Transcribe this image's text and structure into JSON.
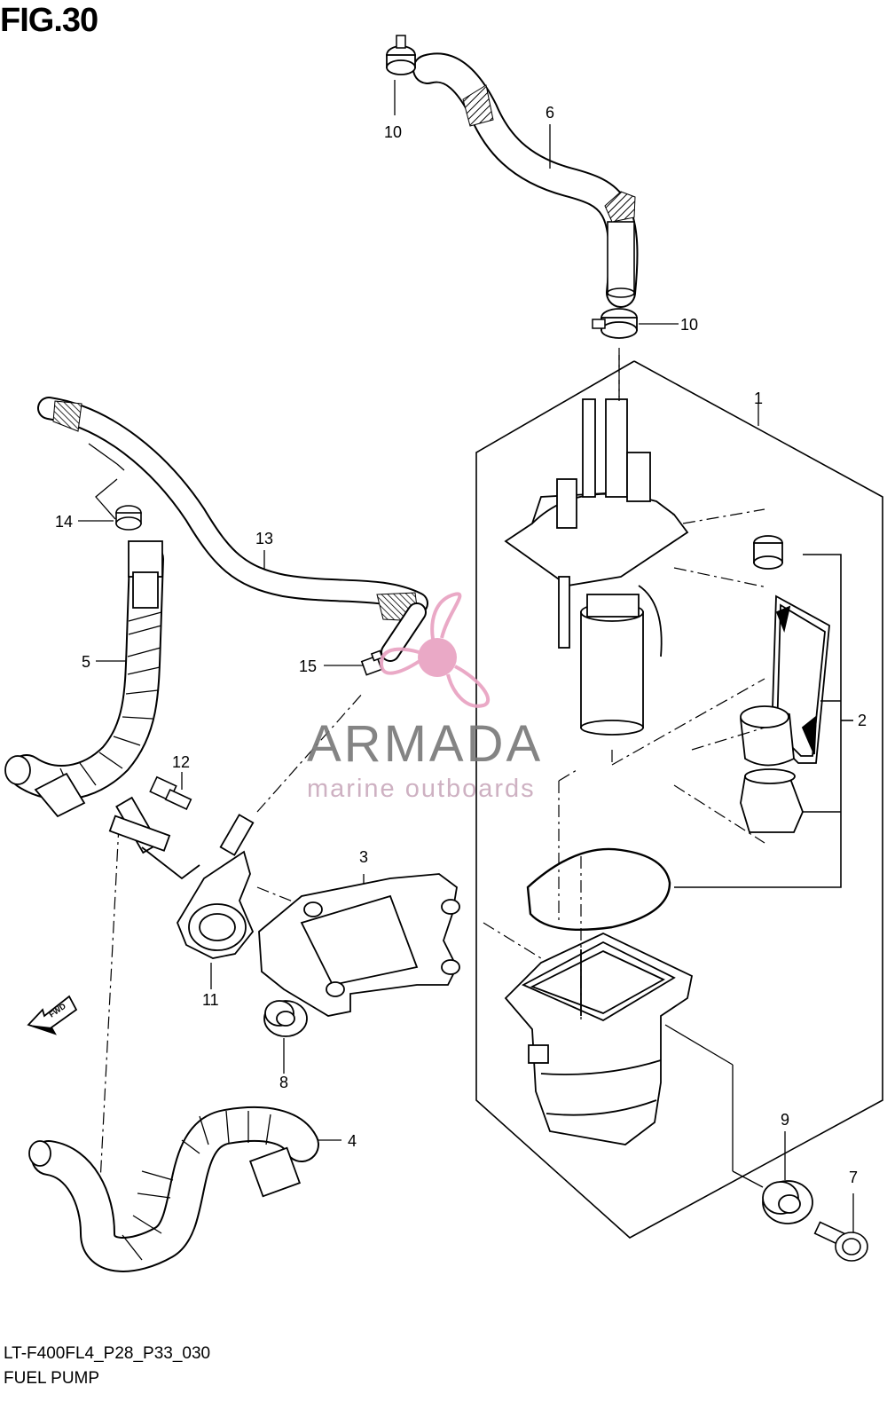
{
  "figure": {
    "title": "FIG.30"
  },
  "footer": {
    "code": "LT-F400FL4_P28_P33_030",
    "caption": "FUEL PUMP"
  },
  "watermark": {
    "brand": "ARMADA",
    "tagline": "marine outboards",
    "logo_color": "#e8a0c0"
  },
  "fwd_arrow": {
    "label": "FWD"
  },
  "callouts": {
    "c1": "1",
    "c2": "2",
    "c3": "3",
    "c4": "4",
    "c5": "5",
    "c6": "6",
    "c7": "7",
    "c8": "8",
    "c9": "9",
    "c10a": "10",
    "c10b": "10",
    "c11": "11",
    "c12": "12",
    "c13": "13",
    "c14": "14",
    "c15": "15"
  }
}
